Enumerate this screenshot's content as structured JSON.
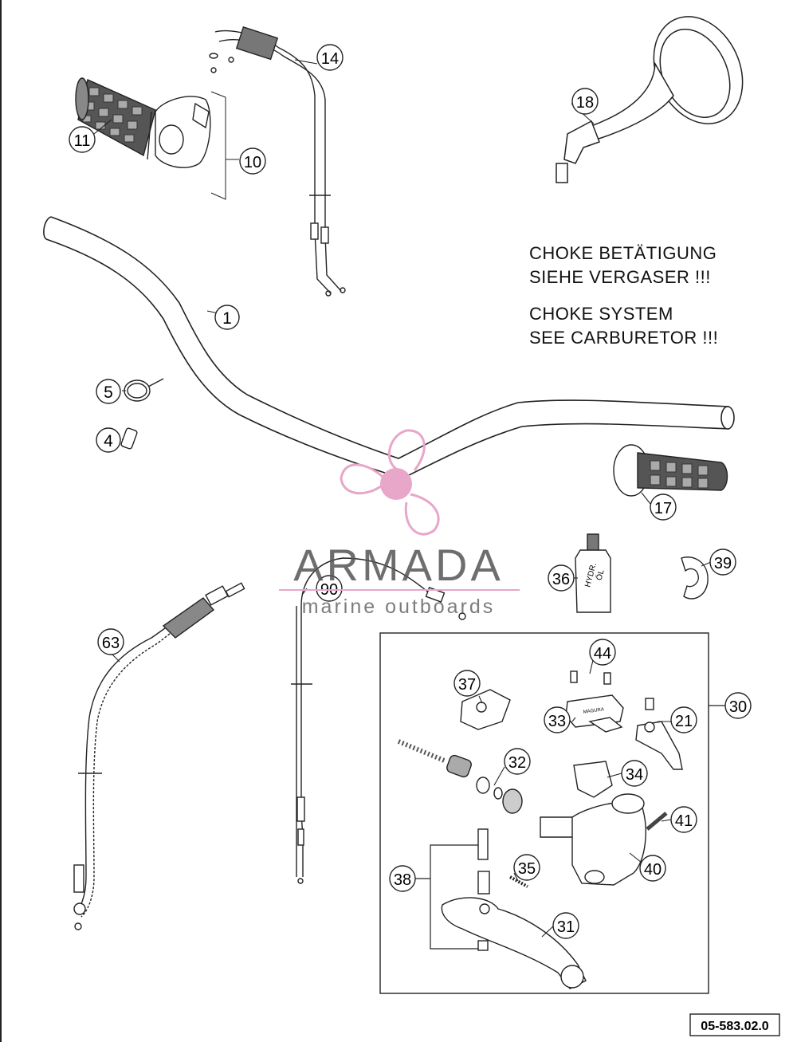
{
  "diagram": {
    "notes": {
      "de_line1": "CHOKE BETÄTIGUNG",
      "de_line2": "SIEHE VERGASER !!!",
      "en_line1": "CHOKE SYSTEM",
      "en_line2": "SEE CARBURETOR !!!"
    },
    "callouts": {
      "c1": "1",
      "c4": "4",
      "c5": "5",
      "c10": "10",
      "c11": "11",
      "c14": "14",
      "c17": "17",
      "c18": "18",
      "c21": "21",
      "c30": "30",
      "c31": "31",
      "c32": "32",
      "c33": "33",
      "c34": "34",
      "c35": "35",
      "c36": "36",
      "c37": "37",
      "c38": "38",
      "c39": "39",
      "c40": "40",
      "c41": "41",
      "c44": "44",
      "c63": "63",
      "c90": "90"
    },
    "bottle_label_line1": "HYDR.",
    "bottle_label_line2": "ÖL",
    "reservoir_label": "MAGURA",
    "drawing_number": "05-583.02.0"
  },
  "watermark": {
    "brand": "ARMADA",
    "tagline": "marine outboards",
    "color": "#e8a6c8"
  }
}
